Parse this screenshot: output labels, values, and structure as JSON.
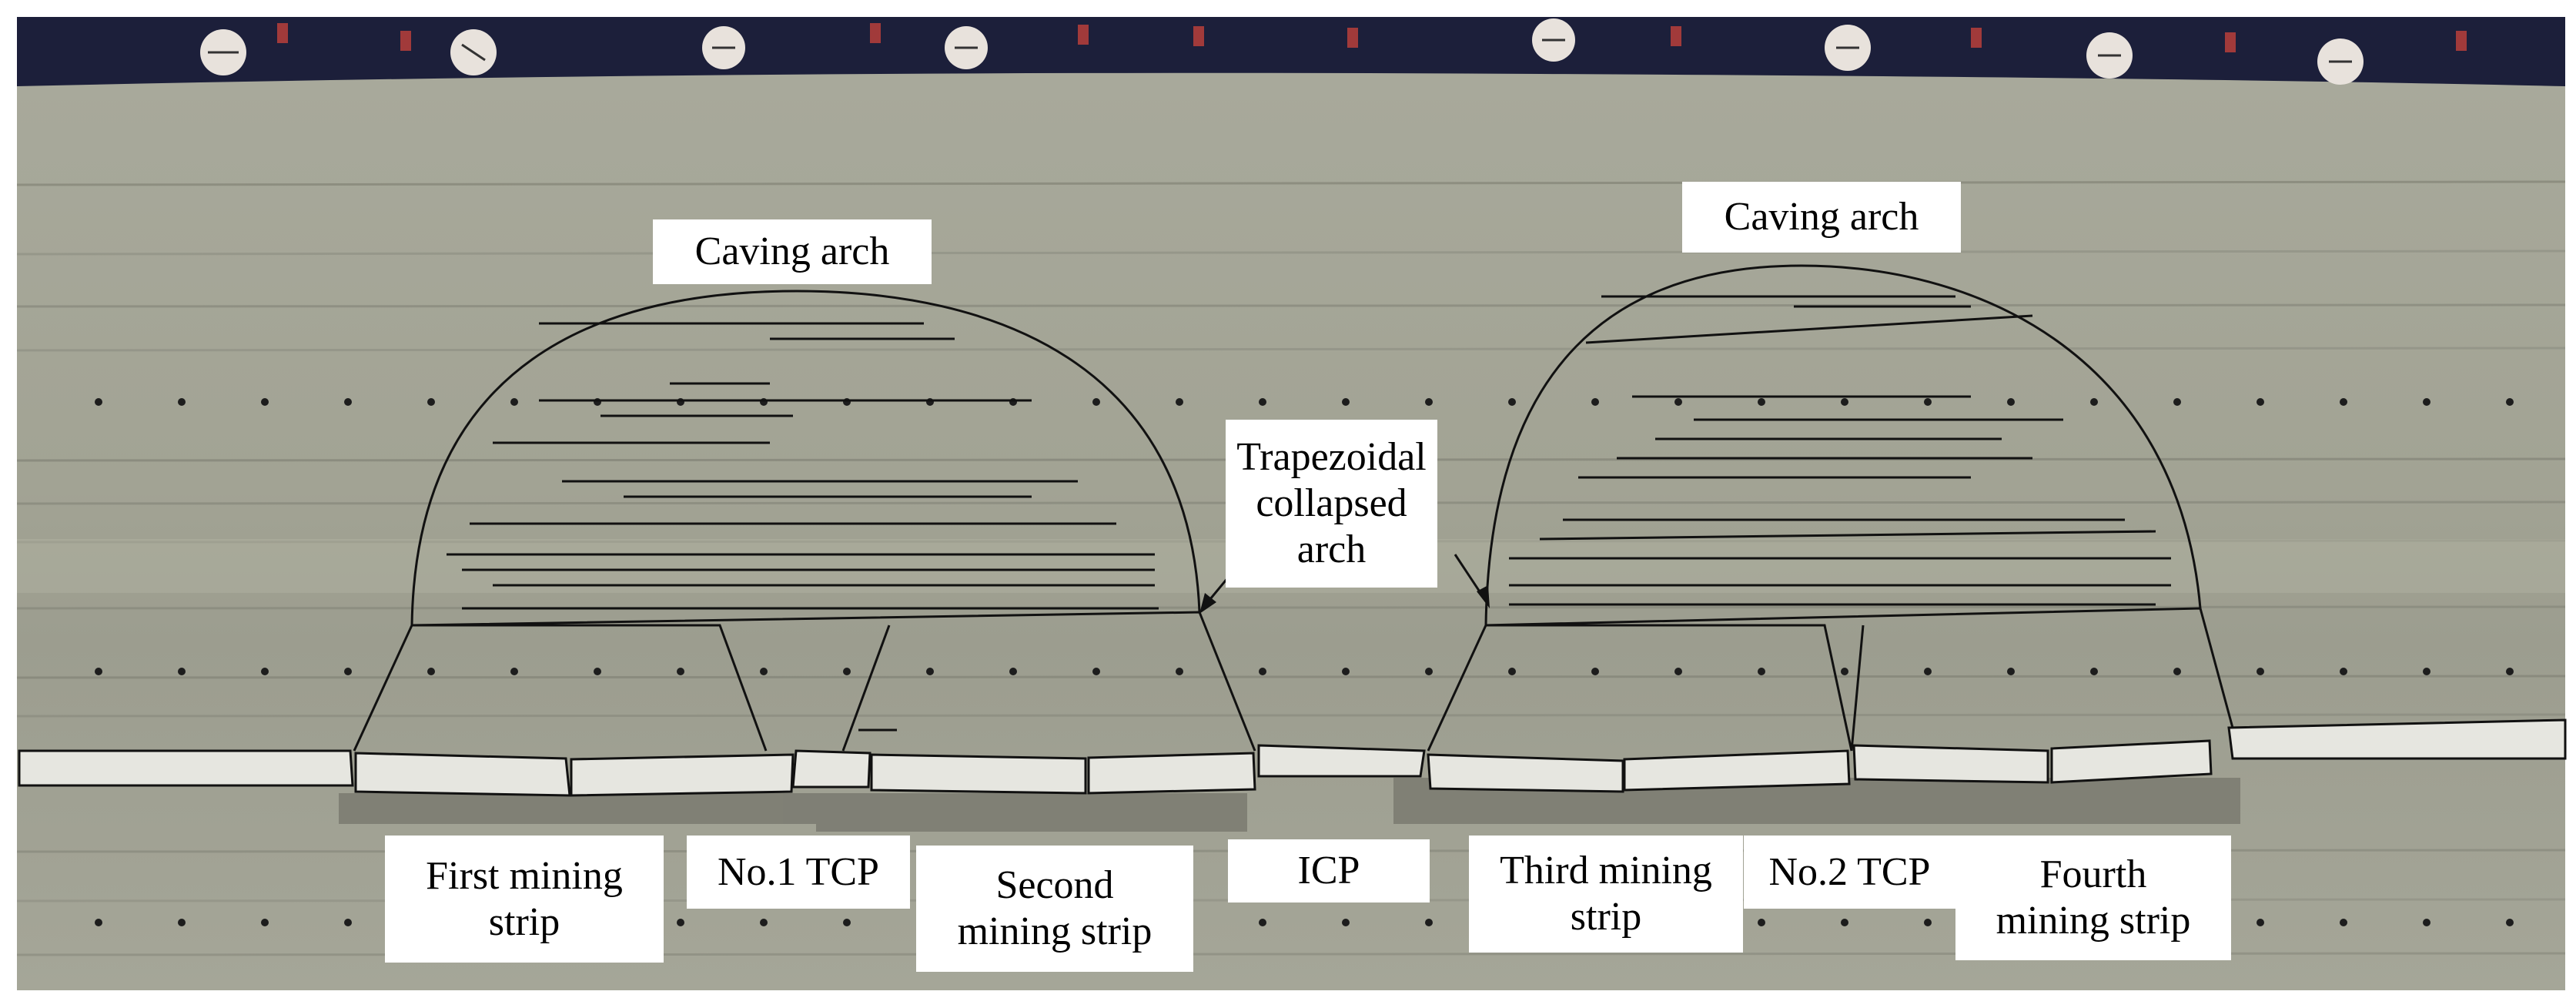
{
  "annotations": {
    "caving_arch_left": "Caving arch",
    "caving_arch_right": "Caving arch",
    "trapezoidal_collapsed_arch": "Trapezoidal\ncollapsed\narch",
    "first_mining_strip": "First mining\nstrip",
    "no1_tcp": "No.1 TCP",
    "second_mining_strip": "Second\nmining strip",
    "icp": "ICP",
    "third_mining_strip": "Third mining\nstrip",
    "no2_tcp": "No.2 TCP",
    "fourth_mining_strip": "Fourth\nmining strip"
  },
  "colors": {
    "rock_matrix": "#a9aa9c",
    "top_strip": "#1c1f3a",
    "coal_slab": "#e6e6e0",
    "crack_line": "#111111",
    "label_bg": "#ffffff"
  }
}
